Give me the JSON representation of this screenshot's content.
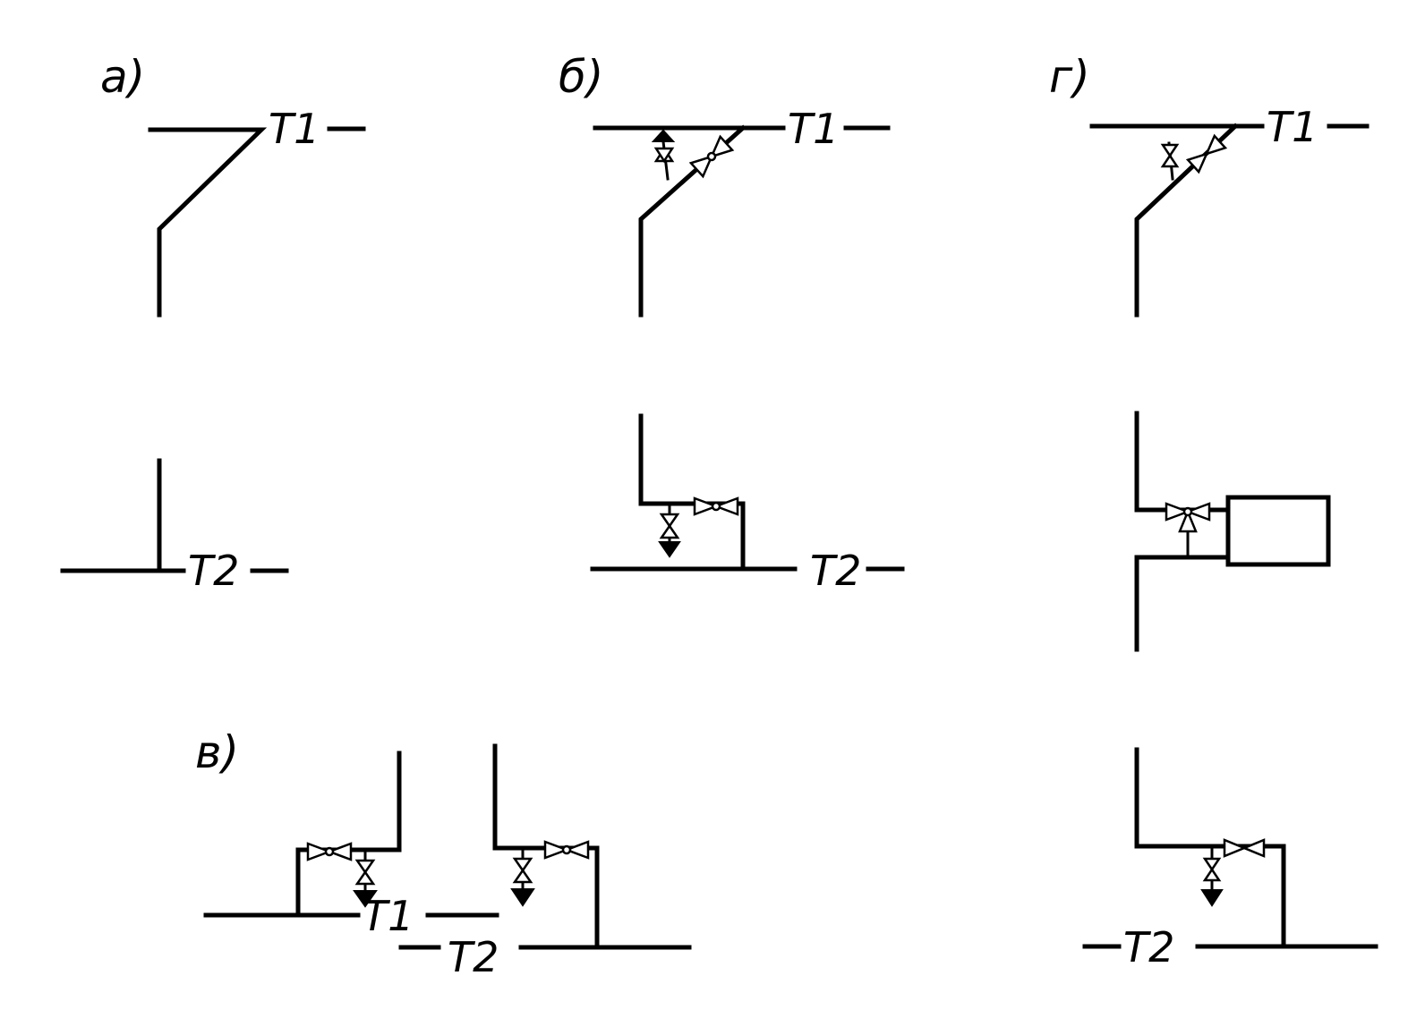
{
  "panels": {
    "a": {
      "letter": "а)",
      "supply": "T1",
      "return": "T2"
    },
    "b": {
      "letter": "б)",
      "supply": "T1",
      "return": "T2"
    },
    "v": {
      "letter": "в)",
      "supply": "T1",
      "return": "T2"
    },
    "g": {
      "letter": "г)",
      "supply": "T1",
      "return": "T2"
    }
  }
}
